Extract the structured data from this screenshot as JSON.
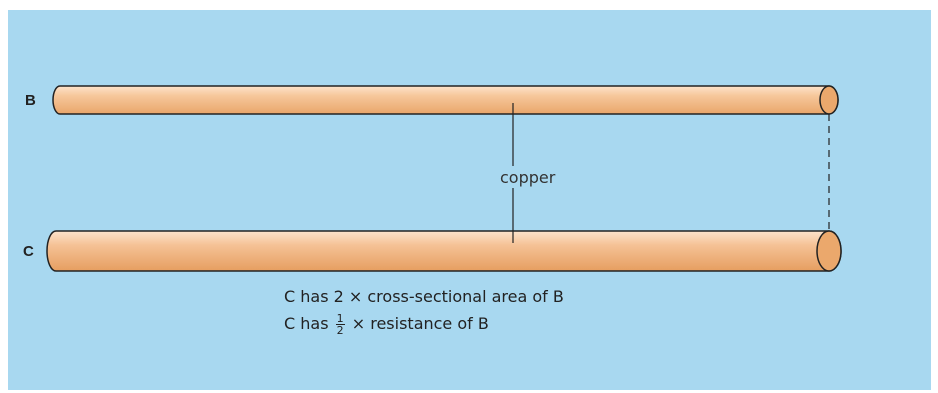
{
  "rods": [
    {
      "label": "B"
    },
    {
      "label": "C"
    }
  ],
  "material_label": "copper",
  "captions": {
    "line1": "C has 2 × cross-sectional area of B",
    "line2_prefix": "C has",
    "line2_frac_num": "1",
    "line2_frac_den": "2",
    "line2_suffix": "× resistance of B"
  },
  "colors": {
    "background": "#a8d8f0",
    "rod_fill": "#f2b57e",
    "rod_end": "#e8a060",
    "outline": "#222222"
  }
}
